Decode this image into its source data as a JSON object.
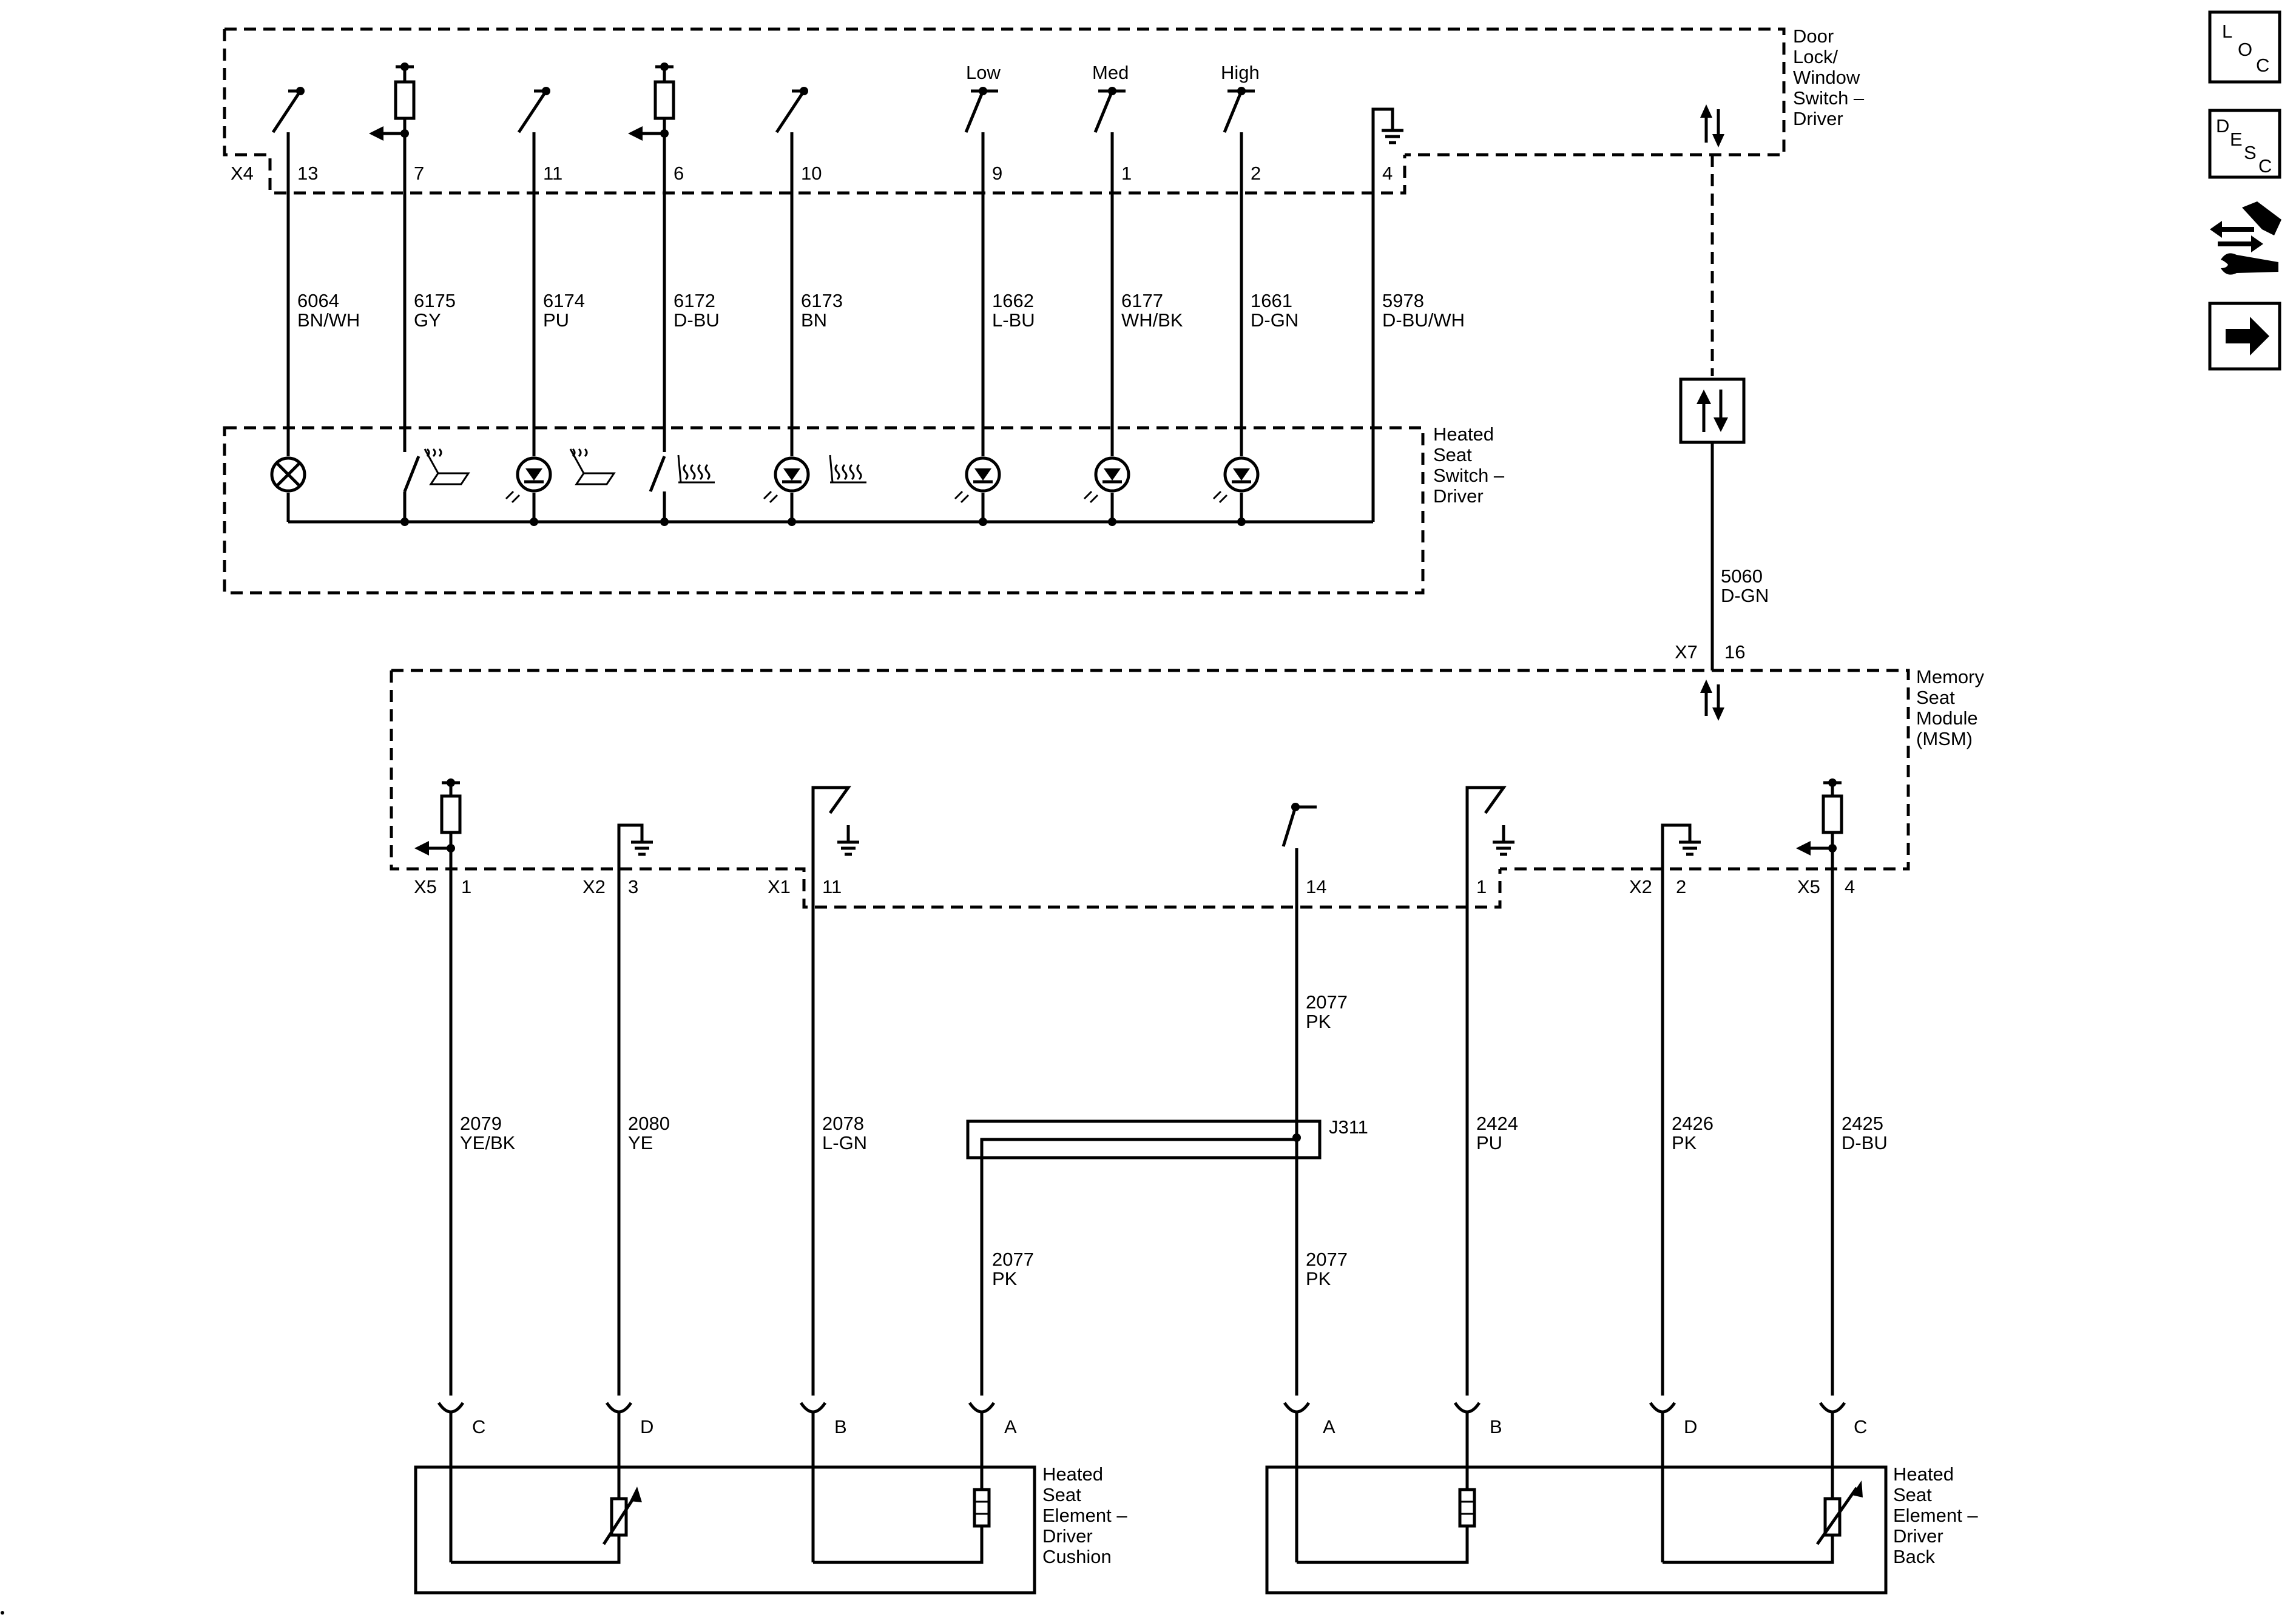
{
  "components": {
    "door_switch": [
      "Door",
      "Lock/",
      "Window",
      "Switch –",
      "Driver"
    ],
    "heated_switch": [
      "Heated",
      "Seat",
      "Switch –",
      "Driver"
    ],
    "msm": [
      "Memory",
      "Seat",
      "Module",
      "(MSM)"
    ],
    "cushion": [
      "Heated",
      "Seat",
      "Element –",
      "Driver",
      "Cushion"
    ],
    "back": [
      "Heated",
      "Seat",
      "Element –",
      "Driver",
      "Back"
    ]
  },
  "connectors": {
    "x4": "X4",
    "x7": "X7",
    "x5": "X5",
    "x2": "X2",
    "x1": "X1",
    "x7_pin": "16",
    "splice": "J311"
  },
  "levels": {
    "low": "Low",
    "med": "Med",
    "high": "High"
  },
  "top_wires": [
    {
      "pin": "13",
      "circuit": "6064",
      "color": "BN/WH"
    },
    {
      "pin": "7",
      "circuit": "6175",
      "color": "GY"
    },
    {
      "pin": "11",
      "circuit": "6174",
      "color": "PU"
    },
    {
      "pin": "6",
      "circuit": "6172",
      "color": "D-BU"
    },
    {
      "pin": "10",
      "circuit": "6173",
      "color": "BN"
    },
    {
      "pin": "9",
      "circuit": "1662",
      "color": "L-BU"
    },
    {
      "pin": "1",
      "circuit": "6177",
      "color": "WH/BK"
    },
    {
      "pin": "2",
      "circuit": "1661",
      "color": "D-GN"
    },
    {
      "pin": "4",
      "circuit": "5978",
      "color": "D-BU/WH"
    }
  ],
  "serial_wire": {
    "circuit": "5060",
    "color": "D-GN"
  },
  "msm_wires": [
    {
      "pin": "1",
      "circuit": "2079",
      "color": "YE/BK",
      "term": "C"
    },
    {
      "pin": "3",
      "circuit": "2080",
      "color": "YE",
      "term": "D"
    },
    {
      "pin": "11",
      "circuit": "2078",
      "color": "L-GN",
      "term": "B"
    },
    {
      "pin": "14",
      "circuit": "2077",
      "color": "PK",
      "term": "A"
    },
    {
      "pin": "1",
      "circuit": "2424",
      "color": "PU",
      "term": "B"
    },
    {
      "pin": "2",
      "circuit": "2426",
      "color": "PK",
      "term": "D"
    },
    {
      "pin": "4",
      "circuit": "2425",
      "color": "D-BU",
      "term": "C"
    }
  ],
  "splice_branches": [
    {
      "circuit": "2077",
      "color": "PK",
      "term": "A"
    },
    {
      "circuit": "2077",
      "color": "PK"
    }
  ],
  "sidebar": {
    "loc": [
      "L",
      "O",
      "C"
    ],
    "desc": [
      "D",
      "E",
      "S",
      "C"
    ]
  }
}
